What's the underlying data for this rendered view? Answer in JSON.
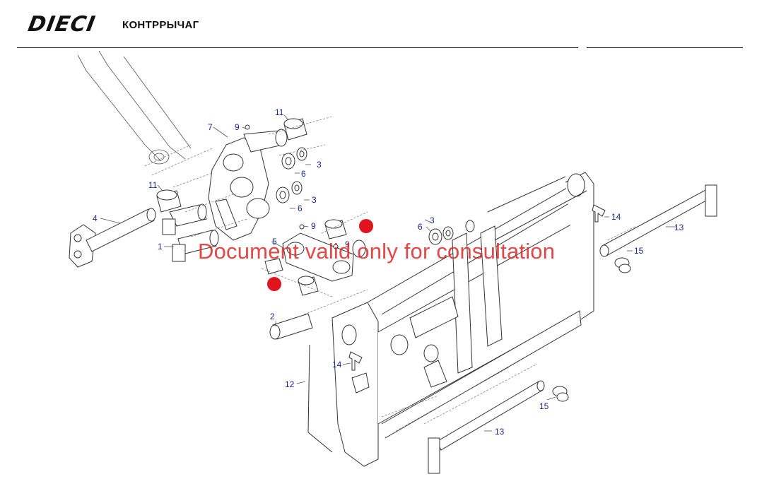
{
  "header": {
    "logo_text": "DIECI",
    "title": "КОНТРРЫЧАГ"
  },
  "watermark": "Document valid only for consultation",
  "callouts": [
    "11",
    "7",
    "9",
    "3",
    "6",
    "11",
    "3",
    "6",
    "4",
    "9",
    "1",
    "5",
    "9",
    "6",
    "3",
    "14",
    "13",
    "15",
    "2",
    "14",
    "12",
    "15",
    "13"
  ],
  "colors": {
    "callout_text": "#1a2a8c",
    "watermark": "#dc2828",
    "marker": "#e0141e"
  }
}
